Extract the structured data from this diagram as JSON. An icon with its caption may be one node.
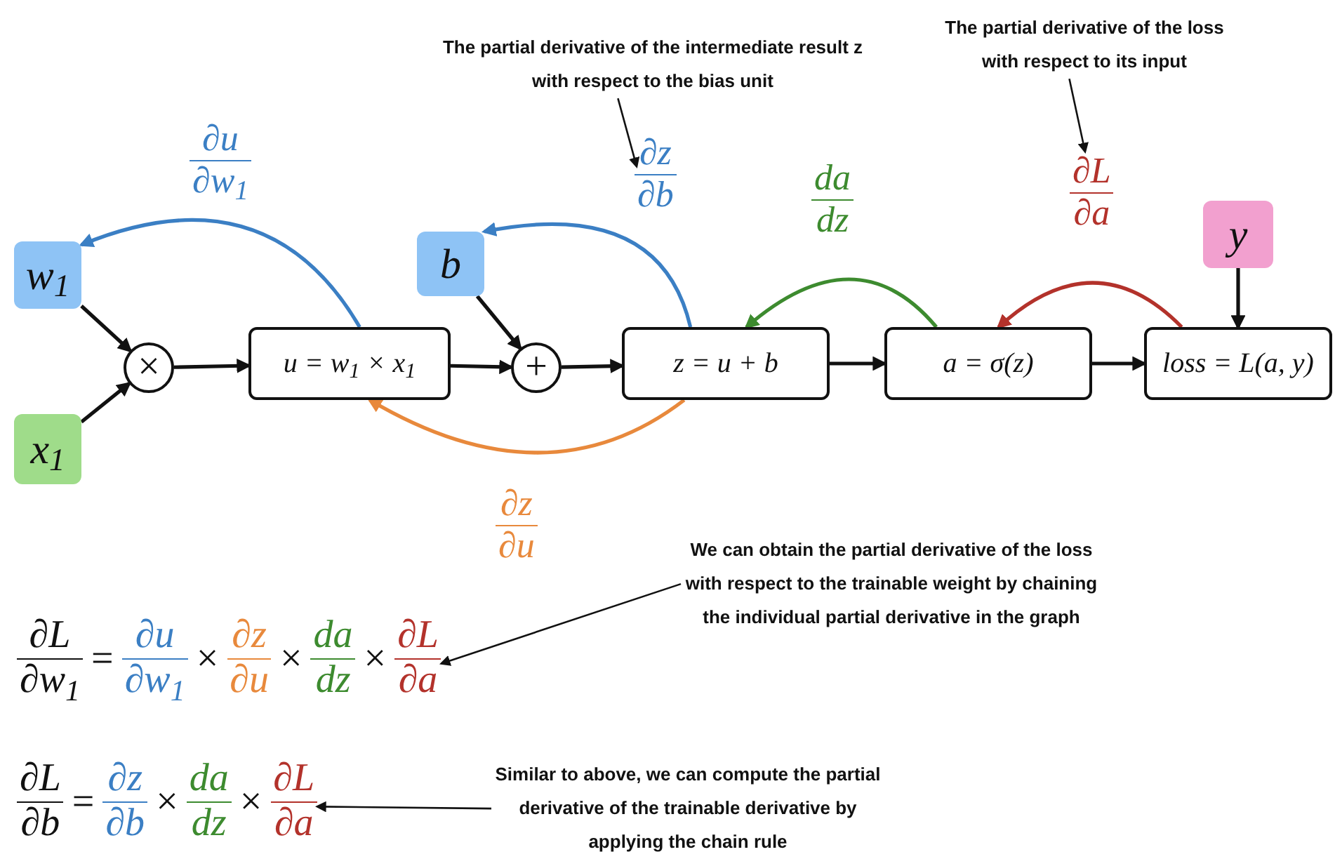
{
  "diagram": {
    "nodes": [
      {
        "text": [
          "The partial derivative of the intermediate result z with respect to the bias unit"
        ]
      },
      {
        "text": [
          "The partial derivative of the loss with respect to its input"
        ]
      },
      {
        "text": [
          "∂u",
          "∂w$_{1}$"
        ]
      },
      {
        "text": [
          "∂z",
          "∂b"
        ]
      },
      {
        "text": [
          "da",
          "dz"
        ]
      },
      {
        "text": [
          "∂L",
          "∂a"
        ]
      },
      {
        "text": [
          "w$_{1}$"
        ]
      },
      {
        "text": [
          "b"
        ]
      },
      {
        "text": [
          "y"
        ]
      },
      {
        "text": [
          "×"
        ]
      },
      {
        "text": [
          "u = w$_{1}$ × x$_{1}$"
        ]
      },
      {
        "text": [
          "+"
        ]
      },
      {
        "text": [
          "z = u + b"
        ]
      },
      {
        "text": [
          "a = σ(z)"
        ]
      },
      {
        "text": [
          "loss = L(a, y)"
        ]
      },
      {
        "text": [
          "x$_{1}$"
        ]
      },
      {
        "text": [
          "∂z",
          "∂u"
        ]
      },
      {
        "text": [
          "We can obtain the partial derivative of the loss with respect to the trainable weight by chaining the individual partial derivative in the graph"
        ]
      },
      {
        "text": [
          "∂L",
          "∂w$_{1}$",
          "=",
          "∂u",
          "∂w$_{1}$",
          "×",
          "∂z",
          "∂u",
          "×",
          "da",
          "dz",
          "×",
          "∂L",
          "∂a"
        ]
      },
      {
        "text": [
          "Similar to above, we can compute the partial derivative of the trainable derivative by applying the chain rule"
        ]
      },
      {
        "text": [
          "∂L",
          "∂b",
          "=",
          "∂z",
          "∂b",
          "×",
          "da",
          "dz",
          "×",
          "∂L",
          "∂a"
        ]
      }
    ],
    "edges": [
      {
        "from": 6,
        "to": 9,
        "arrow": "to"
      },
      {
        "from": 15,
        "to": 9,
        "arrow": "to"
      },
      {
        "from": 9,
        "to": 10,
        "arrow": "to"
      },
      {
        "from": 10,
        "to": 11,
        "arrow": "to"
      },
      {
        "from": 7,
        "to": 11,
        "arrow": "to"
      },
      {
        "from": 11,
        "to": 12,
        "arrow": "to"
      },
      {
        "from": 12,
        "to": 13,
        "arrow": "to"
      },
      {
        "from": 13,
        "to": 14,
        "arrow": "to"
      },
      {
        "from": 8,
        "to": 14,
        "arrow": "to"
      },
      {
        "from": 10,
        "to": 6,
        "arrow": "to",
        "color": "#3b7fc4"
      },
      {
        "from": 12,
        "to": 7,
        "arrow": "to",
        "color": "#3b7fc4"
      },
      {
        "from": 13,
        "to": 12,
        "arrow": "to",
        "color": "#3d8b2f"
      },
      {
        "from": 14,
        "to": 13,
        "arrow": "to",
        "color": "#b3322b"
      },
      {
        "from": 12,
        "to": 10,
        "arrow": "to",
        "color": "#e8893c"
      },
      {
        "from": 0,
        "to": 3,
        "arrow": "to"
      },
      {
        "from": 1,
        "to": 5,
        "arrow": "to"
      },
      {
        "from": 17,
        "to": 18,
        "arrow": "to"
      },
      {
        "from": 19,
        "to": 20,
        "arrow": "to"
      }
    ]
  }
}
